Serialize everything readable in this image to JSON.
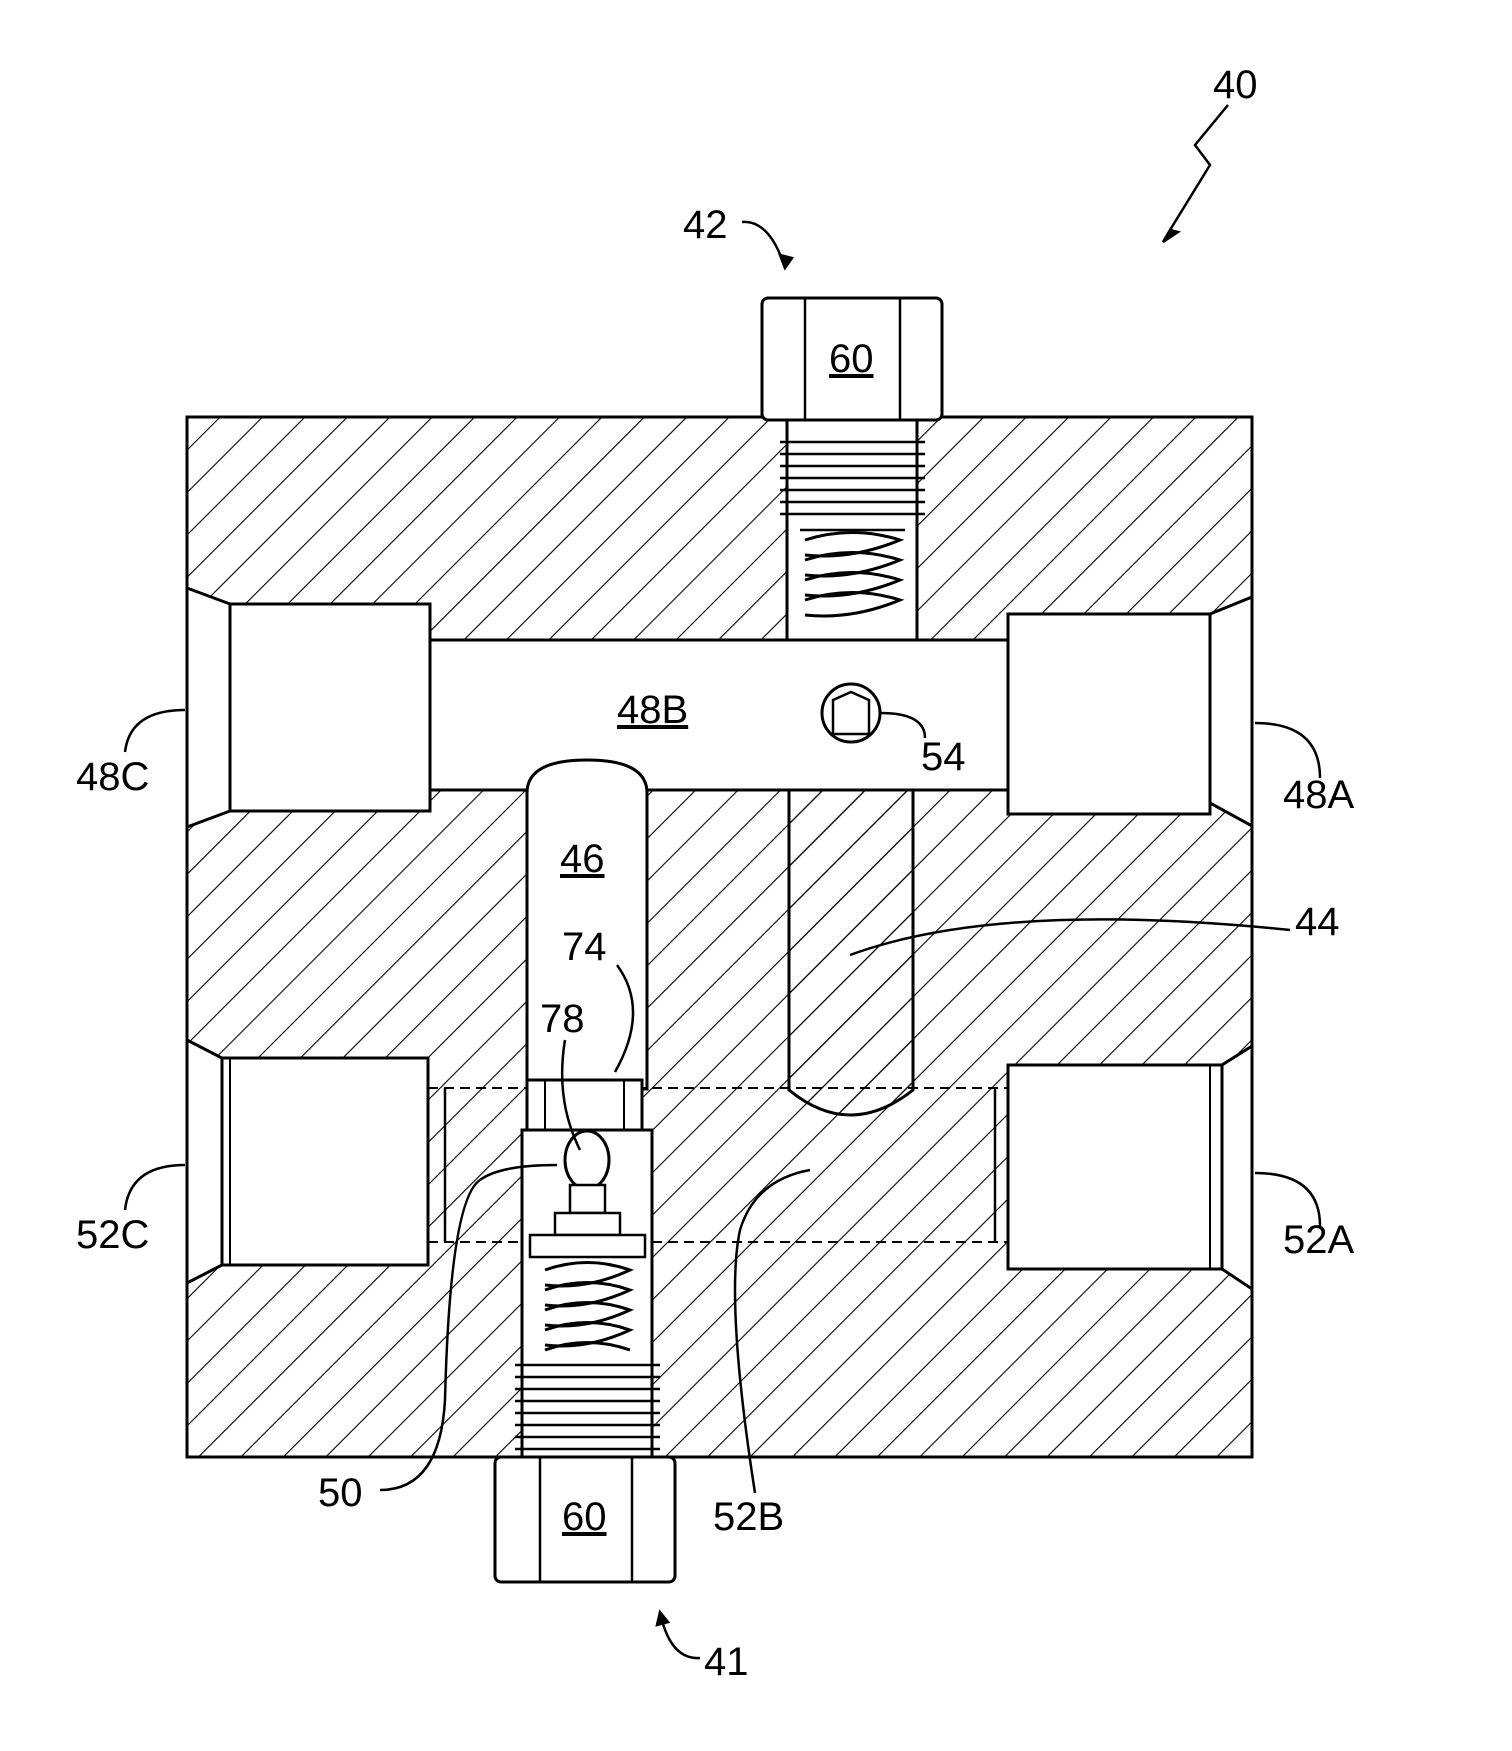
{
  "labels": {
    "assembly": "40",
    "upper_fitting": "42",
    "lower_fitting": "41",
    "upper_nut": "60",
    "lower_nut": "60",
    "upper_side_port_right": "48A",
    "upper_center_passage": "48B",
    "upper_side_port_left": "48C",
    "orifice": "54",
    "vertical_bore": "46",
    "plunger": "44",
    "seat": "74",
    "ball": "78",
    "check_valve": "50",
    "lower_side_port_right": "52A",
    "lower_center_passage": "52B",
    "lower_side_port_left": "52C"
  }
}
